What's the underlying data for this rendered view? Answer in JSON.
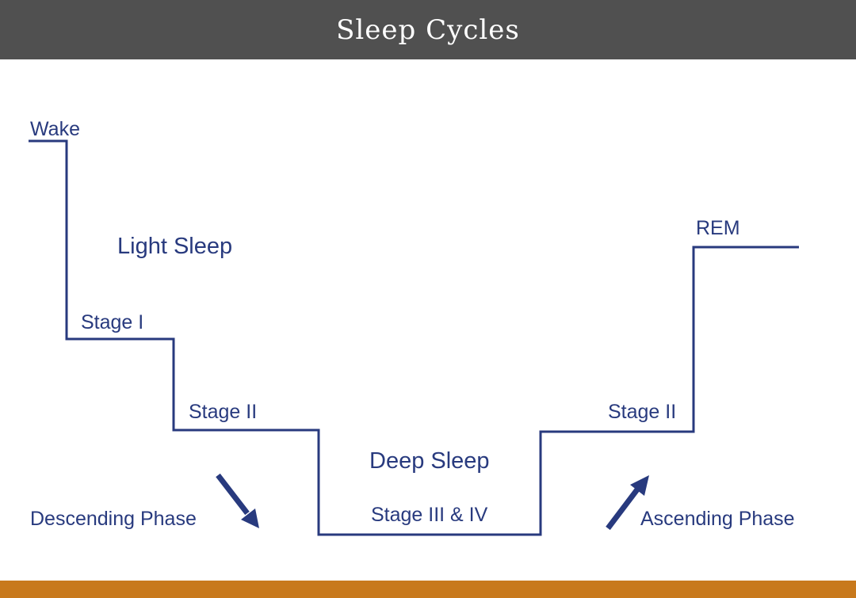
{
  "title": "Sleep Cycles",
  "colors": {
    "header_bg": "#505050",
    "line": "#283a7e",
    "footer_bar": "#c8791c"
  },
  "levels": {
    "wake": "Wake",
    "stage_1": "Stage I",
    "stage_2_descending": "Stage II",
    "stage_3_4": "Stage III & IV",
    "stage_2_ascending": "Stage II",
    "rem": "REM"
  },
  "groups": {
    "light": "Light Sleep",
    "deep": "Deep Sleep"
  },
  "phases": {
    "descending": "Descending Phase",
    "ascending": "Ascending Phase"
  }
}
